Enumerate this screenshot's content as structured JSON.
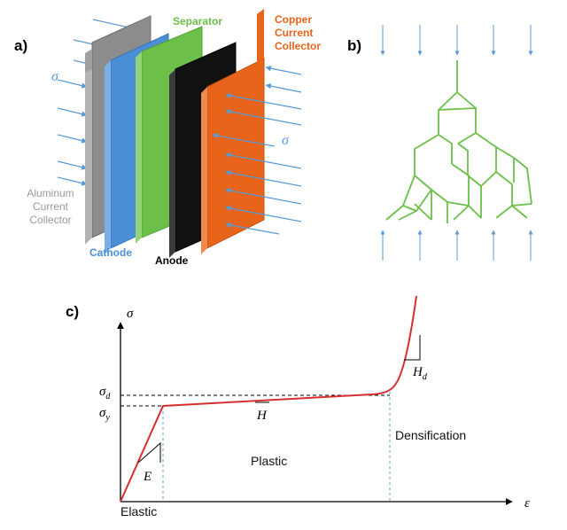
{
  "panel_a": {
    "label": "a)",
    "sigma_left": "σ",
    "sigma_right": "σ",
    "layers": {
      "aluminum": [
        "Aluminum",
        "Current",
        "Collector"
      ],
      "cathode": "Cathode",
      "separator": "Separator",
      "anode": "Anode",
      "copper": [
        "Copper",
        "Current",
        "Collector"
      ]
    }
  },
  "panel_b": {
    "label": "b)"
  },
  "panel_c": {
    "label": "c)",
    "y_axis": "σ",
    "x_axis": "ε",
    "sigma_d": "σ",
    "sigma_d_sub": "d",
    "sigma_y": "σ",
    "sigma_y_sub": "y",
    "modulus_E": "E",
    "modulus_H": "H",
    "modulus_Hd": "H",
    "modulus_Hd_sub": "d",
    "regions": {
      "elastic": "Elastic",
      "plastic": "Plastic",
      "densification": "Densification"
    }
  },
  "colors": {
    "aluminum": "#8c8c8c",
    "cathode": "#4a8fd6",
    "separator": "#6cc04a",
    "anode": "#111111",
    "copper": "#e8641a",
    "arrow": "#5b9bd5",
    "lattice": "#6cc04a",
    "curve": "#d62f2f"
  }
}
